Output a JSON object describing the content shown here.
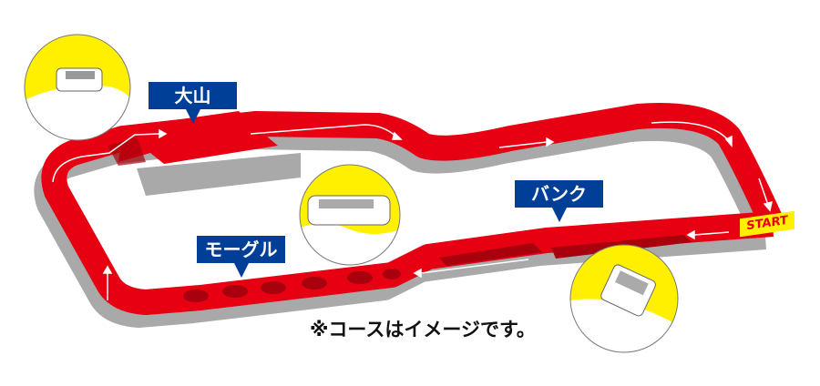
{
  "title": "Course map",
  "sections": {
    "mountain": "大山",
    "bank": "バンク",
    "mogul": "モーグル"
  },
  "start_label": "START",
  "note": "※コースはイメージです。",
  "colors": {
    "track": "#e60012",
    "track_dark": "#a8000c",
    "shadow": "#a9a9a9",
    "label_bg": "#003f98",
    "circle_bg": "#fff000"
  }
}
